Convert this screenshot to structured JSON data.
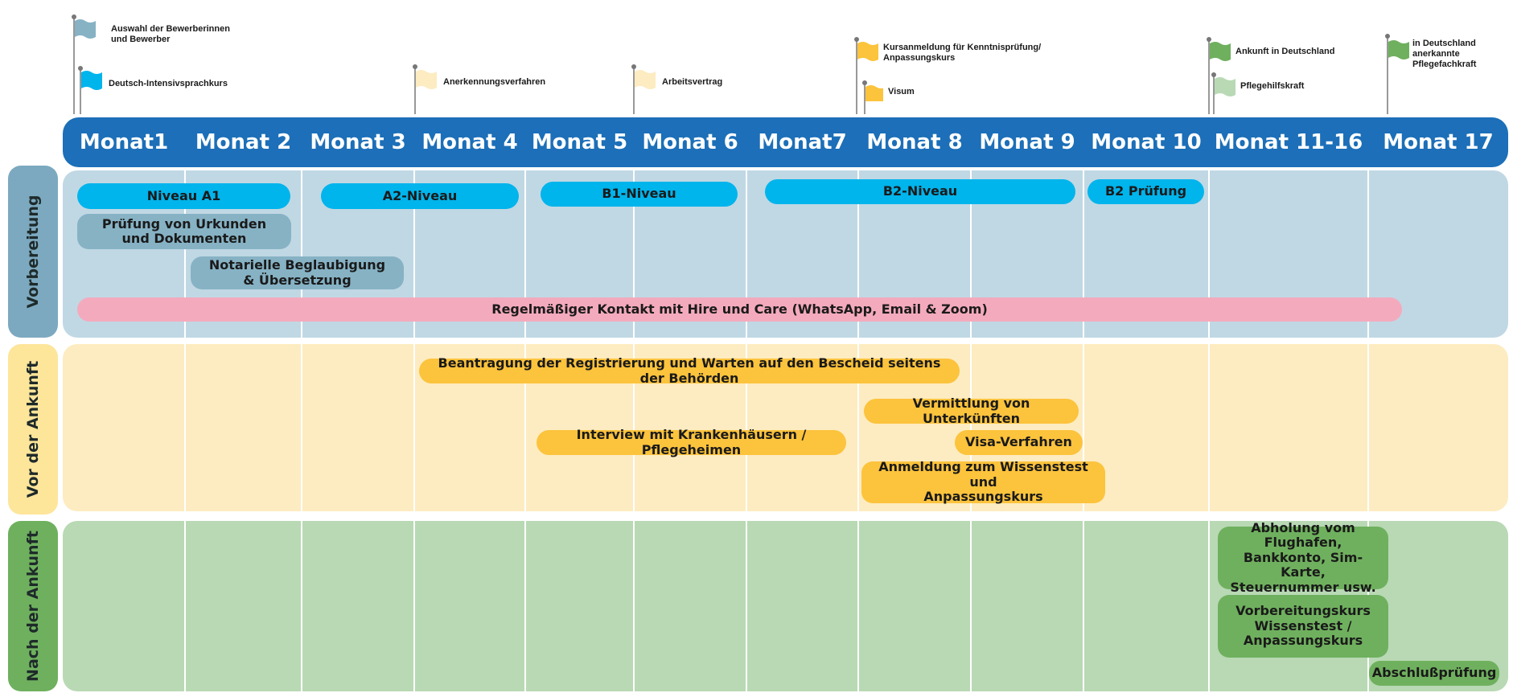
{
  "colors": {
    "header": "#1c6fb8",
    "lane_prep": "#c0d8e4",
    "lane_prep_label": "#7ca9bf",
    "lane_before": "#fdecc1",
    "lane_before_label": "#fde59a",
    "lane_after": "#b8d9b4",
    "lane_after_label": "#6fb05e",
    "bar_language": "#00b4ec",
    "bar_docs": "#86b2c4",
    "bar_contact": "#f4aabd",
    "bar_before": "#fcc33c",
    "bar_after": "#6fb05e"
  },
  "months": [
    "Monat1",
    "Monat 2",
    "Monat 3",
    "Monat 4",
    "Monat 5",
    "Monat 6",
    "Monat7",
    "Monat 8",
    "Monat 9",
    "Monat 10",
    "Monat 11-16",
    "Monat 17"
  ],
  "lanes": {
    "prep": "Vorbereitung",
    "before": "Vor der Ankunft",
    "after": "Nach der Ankunft"
  },
  "milestones": {
    "m1": {
      "label": "Auswahl der Bewerberinnen\nund Bewerber",
      "color": "#86b2c4",
      "month": "Monat1"
    },
    "m2": {
      "label": "Deutsch-Intensivsprachkurs",
      "color": "#00b4ec",
      "month": "Monat1"
    },
    "m3": {
      "label": "Anerkennungsverfahren",
      "color": "#fdecc1",
      "month": "Monat 4"
    },
    "m4": {
      "label": "Arbeitsvertrag",
      "color": "#fdecc1",
      "month": "Monat 6"
    },
    "m5": {
      "label": "Kursanmeldung für Kenntnisprüfung/\nAnpassungskurs",
      "color": "#fcc33c",
      "month": "Monat 8"
    },
    "m6": {
      "label": "Visum",
      "color": "#fcc33c",
      "month": "Monat 8"
    },
    "m7": {
      "label": "Ankunft in Deutschland",
      "color": "#6fb05e",
      "month": "Monat 11-16"
    },
    "m8": {
      "label": "Pflegehilfskraft",
      "color": "#b8d9b4",
      "month": "Monat 11-16"
    },
    "m9": {
      "label": "in Deutschland\nanerkannte\nPflegefachkraft",
      "color": "#6fb05e",
      "month": "Monat 17"
    }
  },
  "tasks": {
    "t1": {
      "label": "Niveau A1",
      "lane": "Vorbereitung",
      "start": "Monat1",
      "end": "Monat 2"
    },
    "t2": {
      "label": "A2-Niveau",
      "lane": "Vorbereitung",
      "start": "Monat 3",
      "end": "Monat 4"
    },
    "t3": {
      "label": "B1-Niveau",
      "lane": "Vorbereitung",
      "start": "Monat 5",
      "end": "Monat 6"
    },
    "t4": {
      "label": "B2-Niveau",
      "lane": "Vorbereitung",
      "start": "Monat7",
      "end": "Monat 9"
    },
    "t5": {
      "label": "B2 Prüfung",
      "lane": "Vorbereitung",
      "start": "Monat 10",
      "end": "Monat 10"
    },
    "t6": {
      "label": "Prüfung von Urkunden\nund Dokumenten",
      "lane": "Vorbereitung",
      "start": "Monat1",
      "end": "Monat 2"
    },
    "t7": {
      "label": "Notarielle Beglaubigung\n& Übersetzung",
      "lane": "Vorbereitung",
      "start": "Monat 2",
      "end": "Monat 3"
    },
    "t8": {
      "label": "Regelmäßiger Kontakt mit Hire und Care (WhatsApp, Email & Zoom)",
      "lane": "Vorbereitung",
      "start": "Monat1",
      "end": "Monat 17"
    },
    "t9": {
      "label": "Beantragung der Registrierung und Warten auf den Bescheid seitens der Behörden",
      "lane": "Vor der Ankunft",
      "start": "Monat 4",
      "end": "Monat 8"
    },
    "t10": {
      "label": "Vermittlung von Unterkünften",
      "lane": "Vor der Ankunft",
      "start": "Monat 8",
      "end": "Monat 9"
    },
    "t11": {
      "label": "Interview mit Krankenhäusern / Pflegeheimen",
      "lane": "Vor der Ankunft",
      "start": "Monat 5",
      "end": "Monat7"
    },
    "t12": {
      "label": "Visa-Verfahren",
      "lane": "Vor der Ankunft",
      "start": "Monat 9",
      "end": "Monat 9"
    },
    "t13": {
      "label": "Anmeldung zum Wissenstest und\nAnpassungskurs",
      "lane": "Vor der Ankunft",
      "start": "Monat 8",
      "end": "Monat 10"
    },
    "t14": {
      "label": "Abholung vom Flughafen,\nBankkonto, Sim-Karte,\nSteuernummer usw.",
      "lane": "Nach der Ankunft",
      "start": "Monat 11-16",
      "end": "Monat 11-16"
    },
    "t15": {
      "label": "Vorbereitungskurs\nWissenstest /\nAnpassungskurs",
      "lane": "Nach der Ankunft",
      "start": "Monat 11-16",
      "end": "Monat 11-16"
    },
    "t16": {
      "label": "Abschlußprüfung",
      "lane": "Nach der Ankunft",
      "start": "Monat 17",
      "end": "Monat 17"
    }
  }
}
